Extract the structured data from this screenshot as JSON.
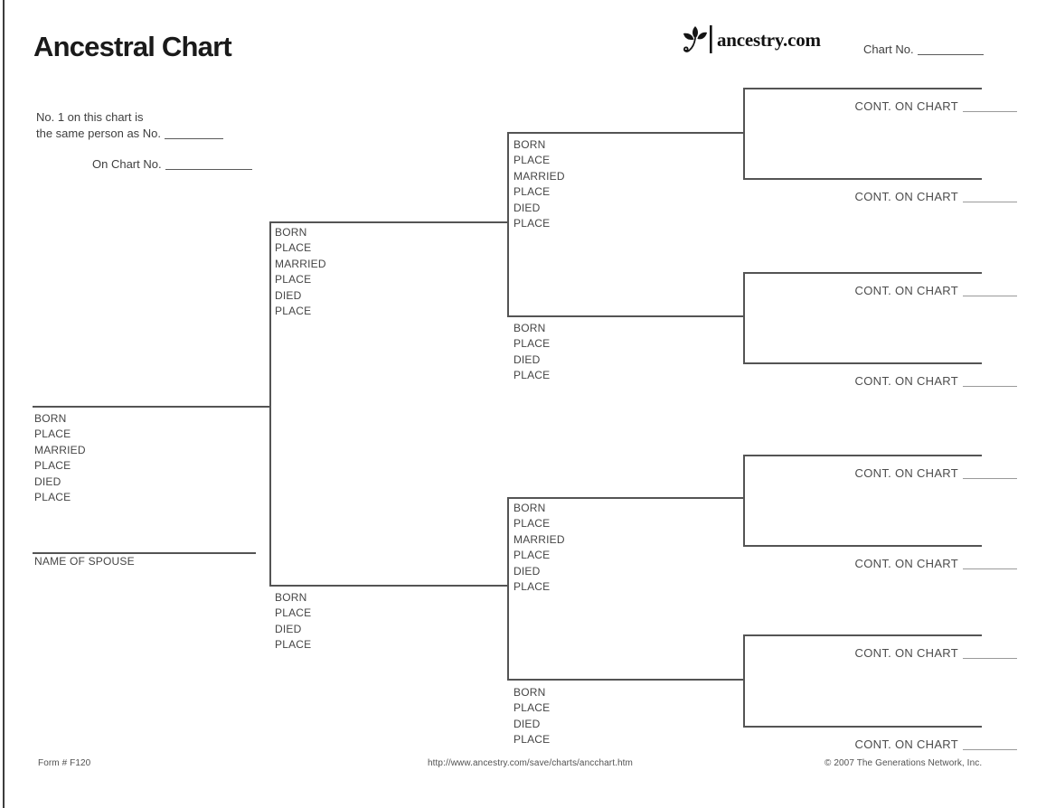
{
  "page": {
    "title": "Ancestral Chart",
    "brand": "ancestry.com",
    "brand_icon": "ancestry-leaf-icon",
    "chart_no_label": "Chart No.",
    "note": {
      "line1": "No. 1 on this chart is",
      "line2": "the same person as No.",
      "line3": "On Chart No."
    },
    "footer": {
      "form_number": "Form # F120",
      "url": "http://www.ancestry.com/save/charts/ancchart.htm",
      "copyright": "© 2007 The Generations Network, Inc."
    }
  },
  "labels": {
    "full": [
      "BORN",
      "PLACE",
      "MARRIED",
      "PLACE",
      "DIED",
      "PLACE"
    ],
    "short": [
      "BORN",
      "PLACE",
      "DIED",
      "PLACE"
    ],
    "spouse": "NAME OF SPOUSE",
    "cont": "CONT. ON CHART"
  },
  "colors": {
    "line": "#545454",
    "text": "#454545",
    "title": "#1a1a1a"
  }
}
